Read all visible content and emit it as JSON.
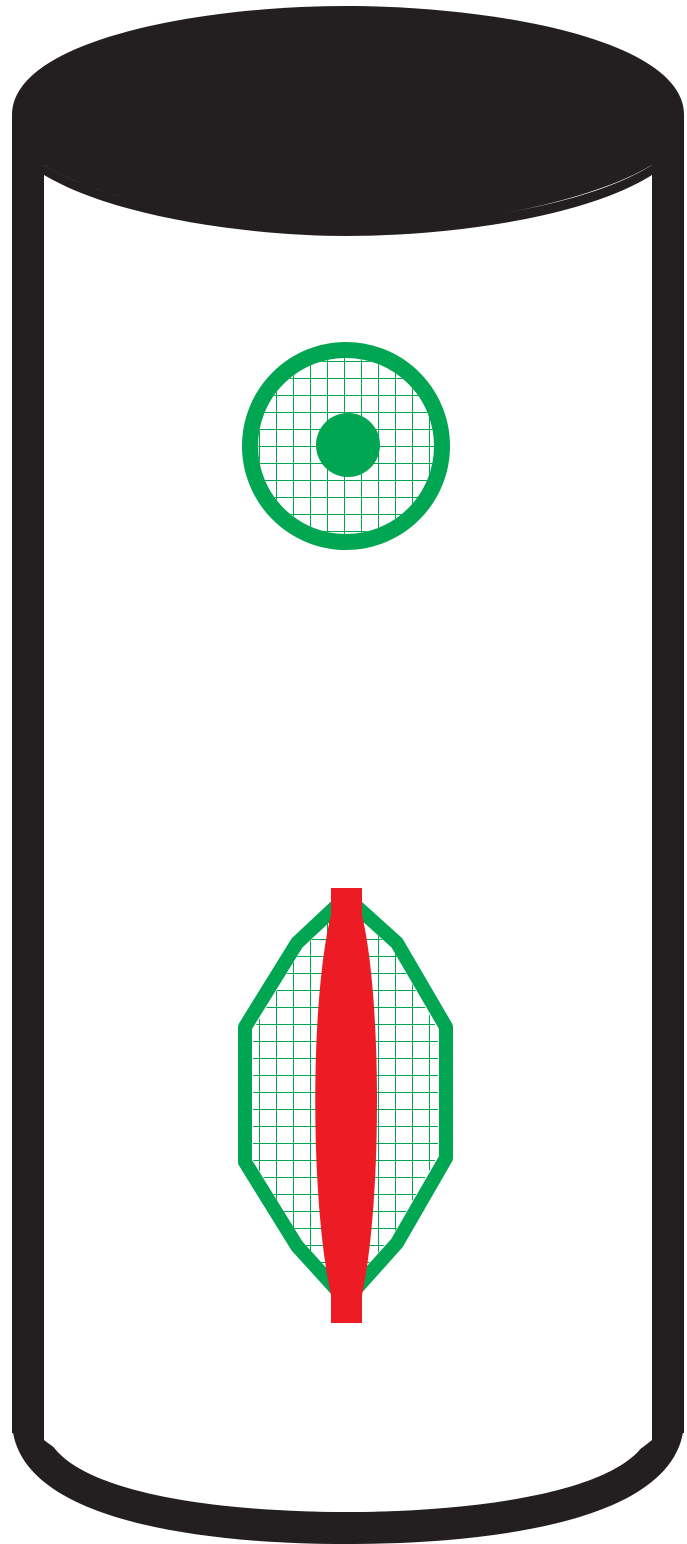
{
  "colors": {
    "outline": "#231f20",
    "body_fill": "#ffffff",
    "green": "#00a651",
    "red": "#ed1c24"
  },
  "parts": {
    "cylinder": "cylinder-tank",
    "top_cap": "tank-top-cap",
    "bottom_rim": "tank-bottom-rim",
    "upper_port": "circular-mesh-port",
    "lower_port": "hexagonal-mesh-port",
    "heating_element": "heating-element"
  }
}
